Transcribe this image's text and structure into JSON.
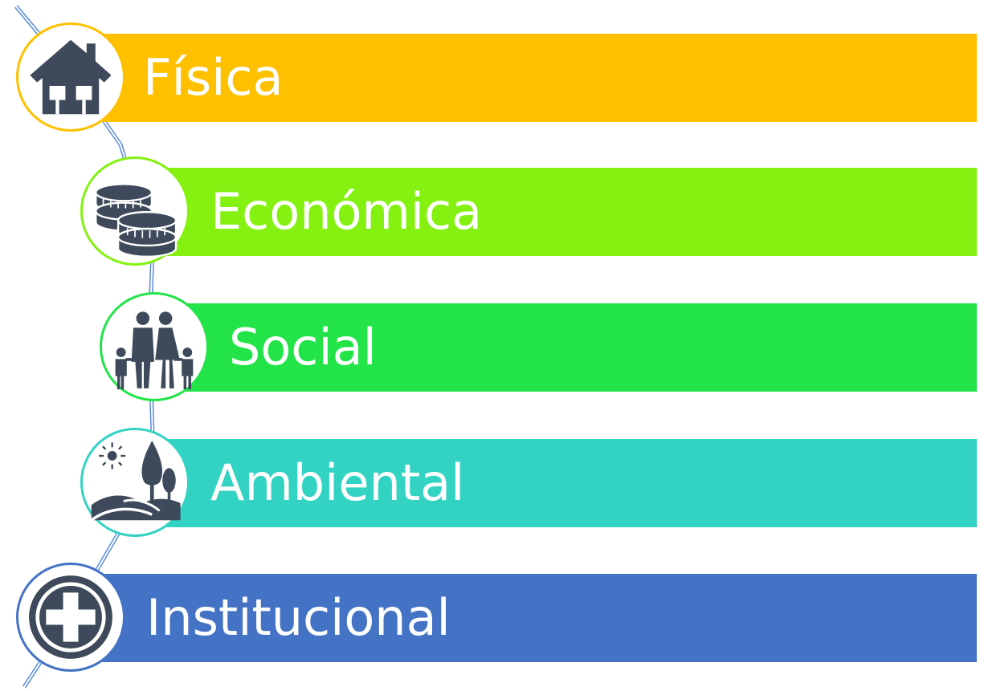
{
  "items": [
    {
      "label": "Física",
      "color": "#FFC000",
      "icon": "house-icon"
    },
    {
      "label": "Económica",
      "color": "#84F111",
      "icon": "coins-icon"
    },
    {
      "label": "Social",
      "color": "#22E449",
      "icon": "family-icon"
    },
    {
      "label": "Ambiental",
      "color": "#33D3C3",
      "icon": "landscape-icon"
    },
    {
      "label": "Institucional",
      "color": "#4472C4",
      "icon": "plus-icon"
    }
  ],
  "colors": {
    "icon_fill": "#3E4A5B",
    "connector": "#5B8BD8"
  }
}
